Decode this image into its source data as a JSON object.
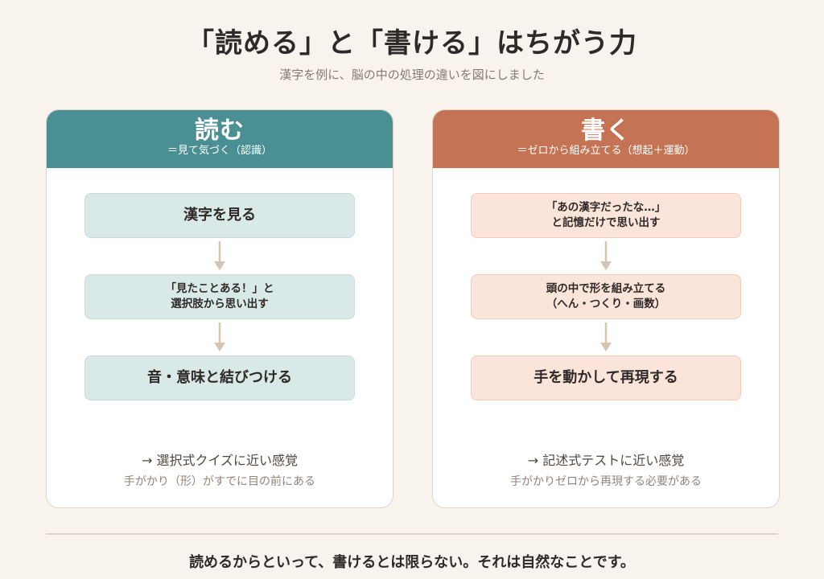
{
  "header": {
    "title": "「読める」と「書ける」はちがう力",
    "subtitle": "漢字を例に、脳の中の処理の違いを図にしました"
  },
  "read_panel": {
    "title": "読む",
    "subtitle": "＝見て気づく（認識）",
    "steps": [
      "漢字を見る",
      "「見たことある！」と\n選択肢から思い出す",
      "音・意味と結びつける"
    ],
    "note": "→ 選択式クイズに近い感覚",
    "hint": "手がかり（形）がすでに目の前にある"
  },
  "write_panel": {
    "title": "書く",
    "subtitle": "＝ゼロから組み立てる（想起＋運動）",
    "steps": [
      "「あの漢字だったな…」\nと記憶だけで思い出す",
      "頭の中で形を組み立てる\n（へん・つくり・画数）",
      "手を動かして再現する"
    ],
    "note": "→ 記述式テストに近い感覚",
    "hint": "手がかりゼロから再現する必要がある"
  },
  "conclusion": "読めるからといって、書けるとは限らない。それは自然なことです。",
  "colors": {
    "background": "#f8f3ec",
    "read_accent": "#4a8f94",
    "write_accent": "#c47354",
    "read_step": "#d8e9e8",
    "write_step": "#fbe4da",
    "arrow": "#d6c3b2"
  }
}
